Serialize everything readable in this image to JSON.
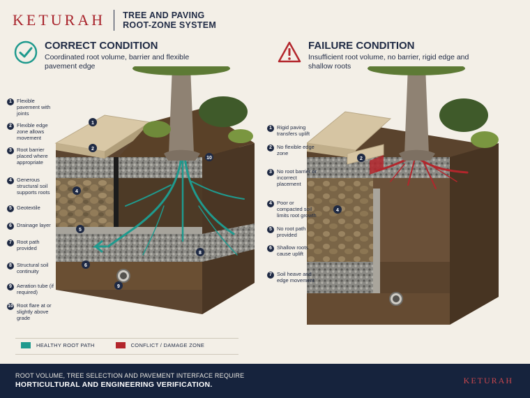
{
  "header": {
    "brand": "KETURAH",
    "title_line1": "TREE AND PAVING",
    "title_line2": "ROOT-ZONE SYSTEM"
  },
  "left_panel": {
    "heading": "CORRECT CONDITION",
    "subtitle": "Coordinated root volume, barrier and flexible pavement edge",
    "icon": "check-circle-icon",
    "callouts": [
      {
        "num": "1",
        "text": "Flexible pavement with joints"
      },
      {
        "num": "2",
        "text": "Flexible edge zone allows movement"
      },
      {
        "num": "3",
        "text": "Root barrier placed where appropriate"
      },
      {
        "num": "4",
        "text": "Generous structural soil supports roots"
      },
      {
        "num": "5",
        "text": "Geotextile"
      },
      {
        "num": "6",
        "text": "Drainage layer"
      },
      {
        "num": "7",
        "text": "Root path provided"
      },
      {
        "num": "8",
        "text": "Structural soil continuity"
      },
      {
        "num": "9",
        "text": "Aeration tube (if required)"
      },
      {
        "num": "10",
        "text": "Root flare at or slightly above grade"
      }
    ]
  },
  "right_panel": {
    "heading": "FAILURE CONDITION",
    "subtitle": "Insufficient root volume, no barrier, rigid edge and shallow roots",
    "icon": "warning-triangle-icon",
    "callouts": [
      {
        "num": "1",
        "text": "Rigid paving transfers uplift"
      },
      {
        "num": "2",
        "text": "No flexible edge zone"
      },
      {
        "num": "3",
        "text": "No root barrier or incorrect placement"
      },
      {
        "num": "4",
        "text": "Poor or compacted soil limits root growth"
      },
      {
        "num": "5",
        "text": "No root path provided"
      },
      {
        "num": "6",
        "text": "Shallow roots cause uplift"
      },
      {
        "num": "7",
        "text": "Soil heave and edge movement"
      }
    ]
  },
  "legend": {
    "healthy_label": "HEALTHY ROOT PATH",
    "healthy_color": "#1f9a8e",
    "conflict_label": "CONFLICT / DAMAGE ZONE",
    "conflict_color": "#b3262c"
  },
  "footer": {
    "line1": "ROOT VOLUME, TREE SELECTION AND PAVEMENT INTERFACE REQUIRE",
    "line2": "HORTICULTURAL AND ENGINEERING VERIFICATION.",
    "brand": "KETURAH"
  }
}
